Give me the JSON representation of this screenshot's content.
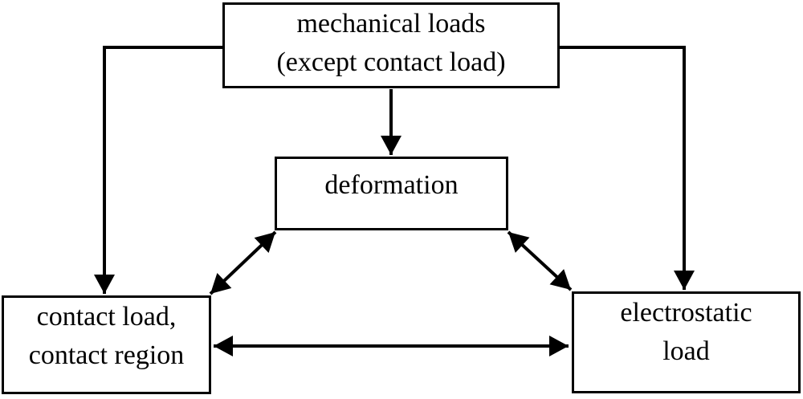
{
  "diagram": {
    "colors": {
      "background": "#ffffff",
      "line": "#000000",
      "box_fill": "#ffffff",
      "text": "#000000"
    },
    "nodes": {
      "mechanical_loads": {
        "lines": [
          "mechanical loads",
          "(except contact load)"
        ]
      },
      "deformation": {
        "lines": [
          "deformation"
        ]
      },
      "contact_load": {
        "lines": [
          "contact load,",
          "contact region"
        ]
      },
      "electrostatic_load": {
        "lines": [
          "electrostatic",
          "load"
        ]
      }
    },
    "edges": [
      {
        "from": "mechanical_loads",
        "to": "contact_load",
        "type": "arrow",
        "route": "elbow-left"
      },
      {
        "from": "mechanical_loads",
        "to": "deformation",
        "type": "arrow",
        "route": "straight-down"
      },
      {
        "from": "mechanical_loads",
        "to": "electrostatic_load",
        "type": "arrow",
        "route": "elbow-right"
      },
      {
        "from": "deformation",
        "to": "contact_load",
        "type": "double-arrow",
        "route": "diagonal"
      },
      {
        "from": "deformation",
        "to": "electrostatic_load",
        "type": "double-arrow",
        "route": "diagonal"
      },
      {
        "from": "contact_load",
        "to": "electrostatic_load",
        "type": "double-arrow",
        "route": "horizontal"
      }
    ]
  }
}
